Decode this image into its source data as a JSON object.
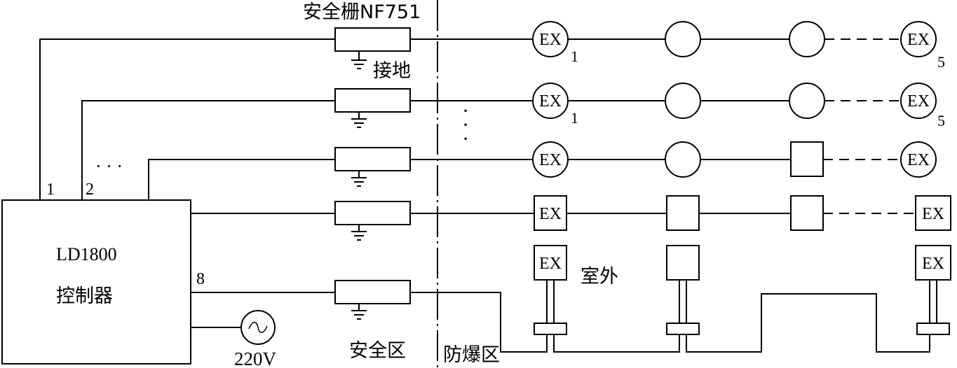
{
  "controller": {
    "model": "LD1800",
    "name": "控制器"
  },
  "barrier_label": "安全栅NF751",
  "ground_label": "接地",
  "channel_labels": {
    "ch1": "1",
    "ch2": "2",
    "ellipsis": "· · ·",
    "ch8": "8"
  },
  "power_label": "220V",
  "power_symbol": "~",
  "zones": {
    "safe": "安全区",
    "hazardous": "防爆区"
  },
  "outdoor_label": "室外",
  "ex_label": "EX",
  "subscripts": {
    "first": "1",
    "last": "5"
  }
}
